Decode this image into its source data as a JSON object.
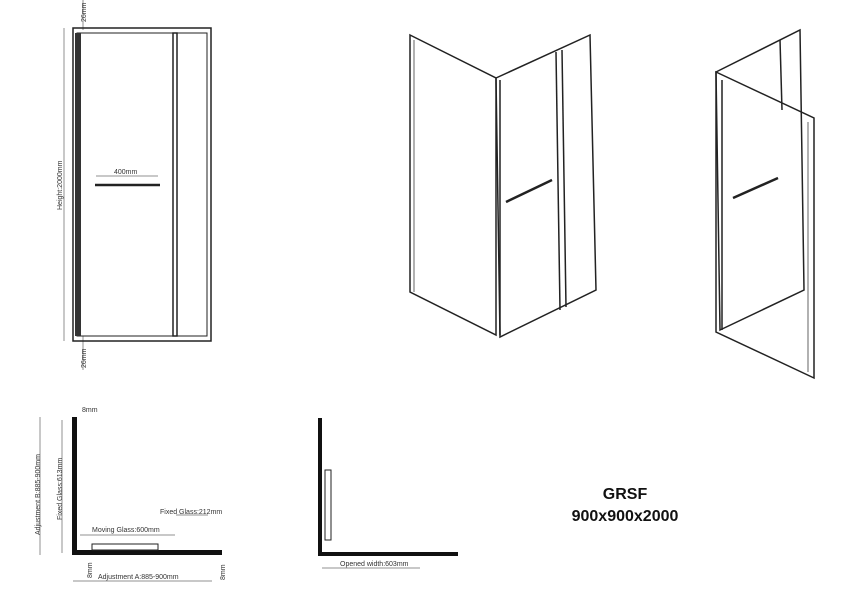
{
  "front_view": {
    "top_gap": "26mm",
    "height": "Height:2000mm",
    "handle": "400mm",
    "bottom_gap": "26mm"
  },
  "plan_view": {
    "top_profile": "8mm",
    "adjustment_b": "Adjustment B:885-900mm",
    "fixed_glass_side": "Fixed Glass:613mm",
    "fixed_glass_front": "Fixed Glass:212mm",
    "moving_glass": "Moving Glass:600mm",
    "profile_left": "8mm",
    "adjustment_a": "Adjustment A:885-900mm",
    "profile_right": "8mm"
  },
  "opened_view": {
    "opened_width": "Opened width:603mm"
  },
  "product": {
    "model": "GRSF",
    "size": "900x900x2000"
  }
}
